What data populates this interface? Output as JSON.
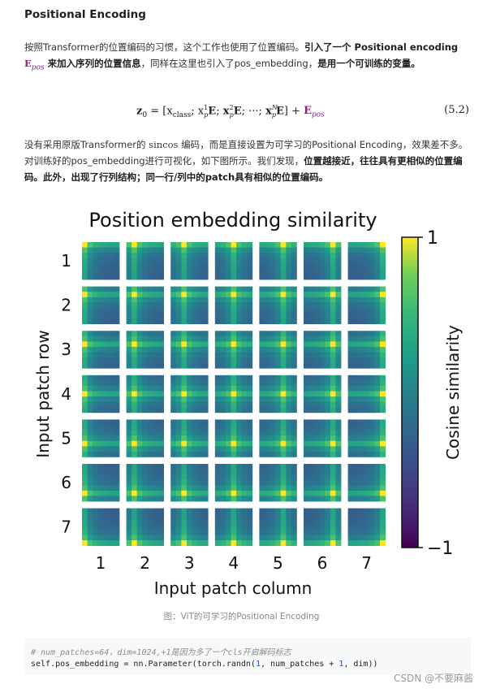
{
  "section": {
    "title": "Positional Encoding"
  },
  "para1": {
    "text_a": "按照Transformer的位置编码的习惯，这个工作也使用了位置编码。",
    "bold_a": "引入了一个 Positional encoding ",
    "math_e": "E",
    "math_sub": "pos",
    "bold_b": " 来加入序列的位置信息",
    "text_b": "，同样在这里也引入了pos_embedding，",
    "bold_c": "是用一个可训练的变量。"
  },
  "equation": {
    "lhs": "z",
    "lhs_sub": "0",
    "body": "= [x",
    "cls_sub": "class",
    "terms": "; x",
    "number": "(5.2)"
  },
  "para2": {
    "text_a": "没有采用原版Transformer的 ",
    "math_word": "sincos",
    "text_b": " 编码，而是直接设置为可学习的Positional Encoding，效果差不多。对训练好的pos_embedding进行可视化，如下图所示。我们发现，",
    "bold_a": "位置越接近，往往具有更相似的位置编码。此外，出现了行列结构；同一行/列中的patch具有相似的位置编码。"
  },
  "chart_data": {
    "type": "heatmap",
    "title": "Position embedding similarity",
    "xlabel": "Input patch column",
    "ylabel": "Input patch row",
    "x_ticks": [
      "1",
      "2",
      "3",
      "4",
      "5",
      "6",
      "7"
    ],
    "y_ticks": [
      "1",
      "2",
      "3",
      "4",
      "5",
      "6",
      "7"
    ],
    "grid_rows": 7,
    "grid_cols": 7,
    "colorbar": {
      "label": "Cosine similarity",
      "min": -1,
      "max": 1,
      "min_label": "−1",
      "max_label": "1",
      "colormap": "viridis"
    }
  },
  "caption": {
    "text": "图：ViT的可学习的Positional Encoding"
  },
  "code": {
    "comment": "# num_patches=64，dim=1024,+1是因为多了一个cls开启解码标志",
    "line_prefix": "self.pos_embedding = nn.Parameter(torch.randn(",
    "arg1": "1",
    "mid": ", num_patches + ",
    "arg2": "1",
    "line_suffix": ", dim))"
  },
  "watermark": {
    "text": "CSDN @不要麻酱"
  }
}
